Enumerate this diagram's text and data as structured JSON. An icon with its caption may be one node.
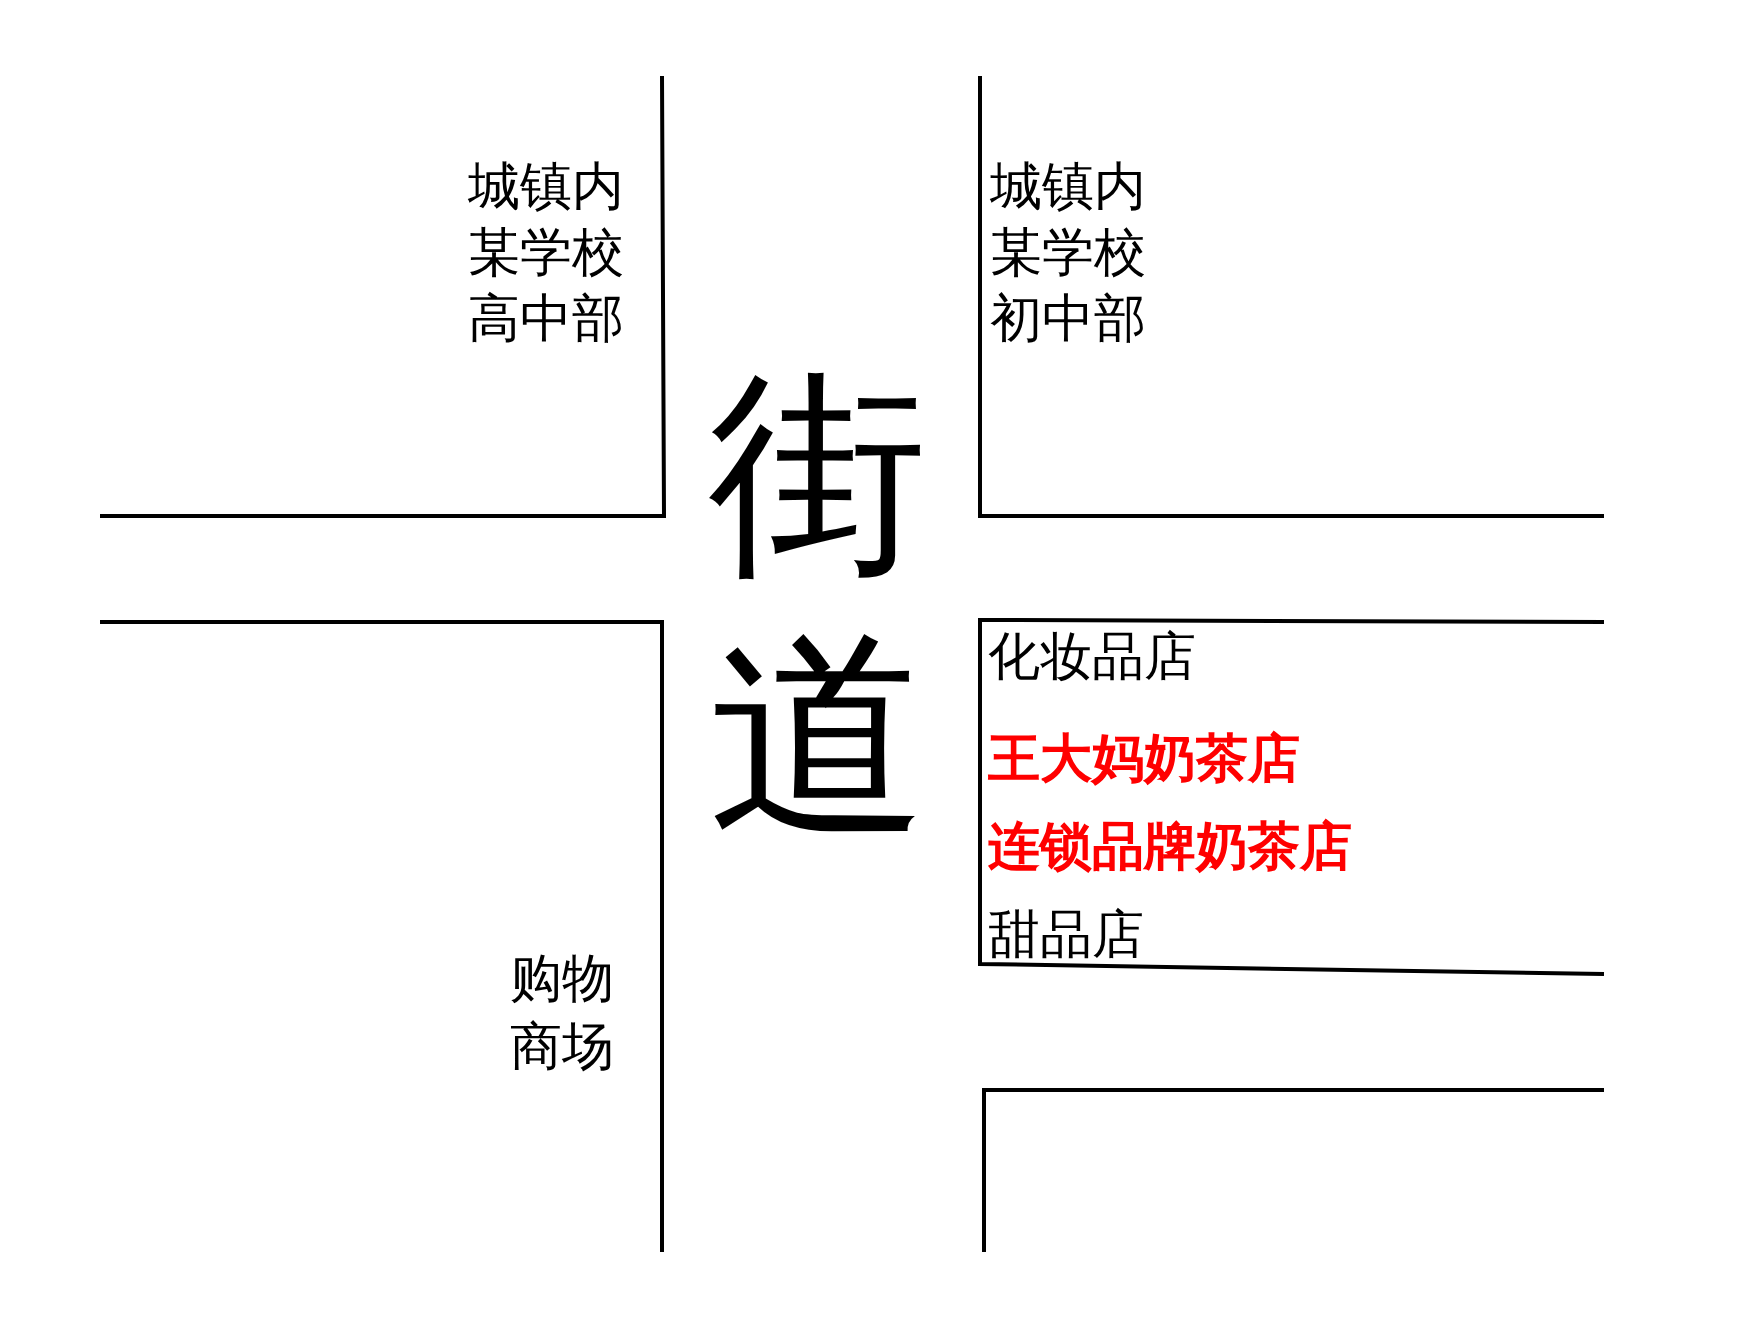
{
  "diagram": {
    "labels": [
      "城镇内某学校高中部",
      "城镇内某学校初中部",
      "街道",
      "化妆品店",
      "王大妈奶茶店",
      "连锁品牌奶茶店",
      "甜品店",
      "购物商场"
    ]
  }
}
